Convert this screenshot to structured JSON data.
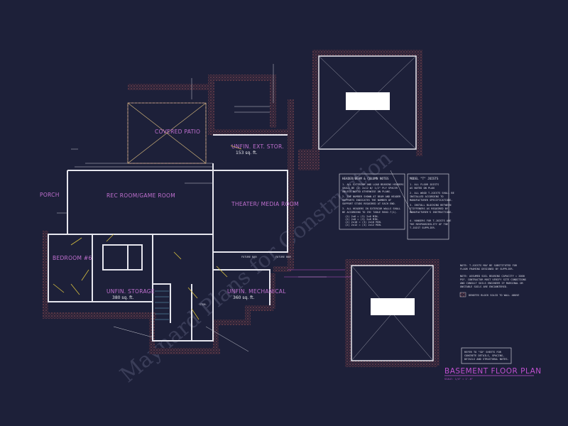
{
  "plan_title": "BASEMENT FLOOR PLAN",
  "plan_scale": "SCALE: 1/4\" = 1'-0\"",
  "watermark": "Maynard Plans for Construction",
  "rooms": {
    "covered_patio": "COVERED PATIO",
    "porch": "PORCH",
    "rec_room": "REC ROOM/GAME ROOM",
    "unfin_stor": "UNFIN. EXT. STOR.",
    "unfin_stor_area": "153 sq. ft.",
    "theater": "THEATER/ MEDIA ROOM",
    "bedroom": "BEDROOM #6",
    "unfin_storage": "UNFIN. STORAGE",
    "unfin_storage_area": "380 sq. ft.",
    "unfin_mechanical": "UNFIN. MECHANICAL",
    "unfin_mechanical_area": "360 sq. ft.",
    "stor": "STOR.",
    "future_bar": "FUTURE BAR",
    "future_bar2": "FUTURE BAR"
  },
  "header_notes": {
    "title": "HEADER/BEAM & COLUMN NOTES",
    "lines": [
      "1. ALL EXTERIOR AND LOAD BEARING HEADERS",
      "SHALL BE (2) 2x12 W/ 1/2\" PLY SPACER",
      "UNLESS NOTED OTHERWISE ON PLANS.",
      "2. THE NUMBER SHOWN AT BEAM AND HEADER",
      "SUPPORTS INDICATES THE NUMBER OF",
      "SUPPORT STUDS REQUIRED AT EACH END.",
      "3. ALL HEADERS IN EXTERIOR WALLS SHALL",
      "BE ACCORDING TO IRC TABLE R602.7(1).",
      "(2) 2x6 = (3) 2x6 MIN.",
      "(2) 2x8 = (3) 2x8 MIN.",
      "(2) 2x10 = (3) 2x10 MIN.",
      "(2) 2x12 = (3) 2x12 MIN."
    ]
  },
  "model_notes": {
    "title": "MODEL \"T\" JOISTS",
    "lines": [
      "1. ALL FLOOR JOISTS",
      "AS NOTED ON PLAN",
      "2. ALL WOOD T-JOISTS SHALL BE",
      "INSTALLED ACCORDING TO",
      "MANUFACTURER SPECIFICATIONS.",
      "3. INSTALL BLOCKING BETWEEN",
      "STIFFENERS AS REQUIRED BY",
      "MANUFACTURER'S INSTRUCTIONS.",
      "4. HANGERS FOR T-JOISTS ARE",
      "THE RESPONSIBILITY OF THE",
      "T-JOIST SUPPLIER."
    ]
  },
  "right_notes": [
    "NOTE: T-JOISTS MAY BE SUBSTITUTED FOR",
    "FLOOR FRAMING DESIGNED BY SUPPLIER.",
    "NOTE: ASSUMED SOIL BEARING CAPACITY = 2000",
    "PSF. CONTRACTOR MUST VERIFY SITE CONDITIONS",
    "AND CONSULT SOILS ENGINEER IF MARGINAL OR",
    "UNSTABLE SOILS ARE ENCOUNTERED."
  ],
  "legend_label": "DENOTES BLOCK SOLID TO WALL ABOVE",
  "refer_note": [
    "REFER TO \"SD\" SHEETS FOR",
    "CONCRETE DETAILS, SPACING,",
    "DETAILS AND STRUCTURAL NOTES."
  ],
  "colors": {
    "background": "#1d2039",
    "wall": "#e6e6ee",
    "hatch": "#7a4a4a",
    "label": "#c070d0",
    "title": "#c050d0",
    "dim": "#c8c8d2"
  }
}
